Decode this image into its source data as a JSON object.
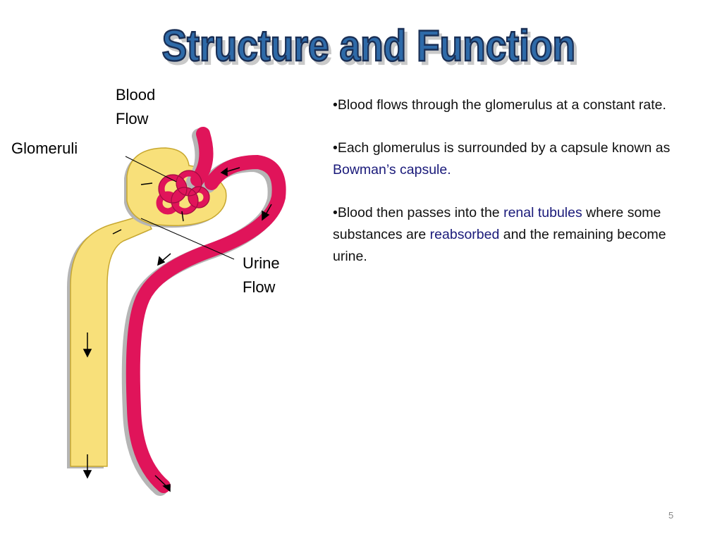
{
  "slide": {
    "title": "Structure and Function",
    "page_number": "5"
  },
  "diagram": {
    "labels": {
      "blood_flow_line1": "Blood",
      "blood_flow_line2": "Flow",
      "glomeruli": "Glomeruli",
      "urine_flow_line1": "Urine",
      "urine_flow_line2": "Flow"
    },
    "colors": {
      "tubule": "#f8e07a",
      "tubule_outline": "#c8a830",
      "vessel": "#e0145a",
      "vessel_dark": "#a00c40",
      "shadow": "#b5b5b5"
    }
  },
  "bullets": [
    {
      "parts": [
        {
          "text": "•Blood flows through the glomerulus at a constant rate.",
          "highlight": false
        }
      ]
    },
    {
      "parts": [
        {
          "text": "•Each glomerulus is surrounded by a capsule known as ",
          "highlight": false
        },
        {
          "text": "Bowman’s capsule.",
          "highlight": true
        }
      ]
    },
    {
      "parts": [
        {
          "text": "•Blood then passes into the ",
          "highlight": false
        },
        {
          "text": "renal tubules",
          "highlight": true
        },
        {
          "text": " where some substances are ",
          "highlight": false
        },
        {
          "text": "reabsorbed",
          "highlight": true
        },
        {
          "text": " and the remaining become urine.",
          "highlight": false
        }
      ]
    }
  ],
  "title_colors": {
    "fill": "#2e6aa8",
    "stroke": "#1a2f55",
    "shadow": "#c9c9c9"
  }
}
